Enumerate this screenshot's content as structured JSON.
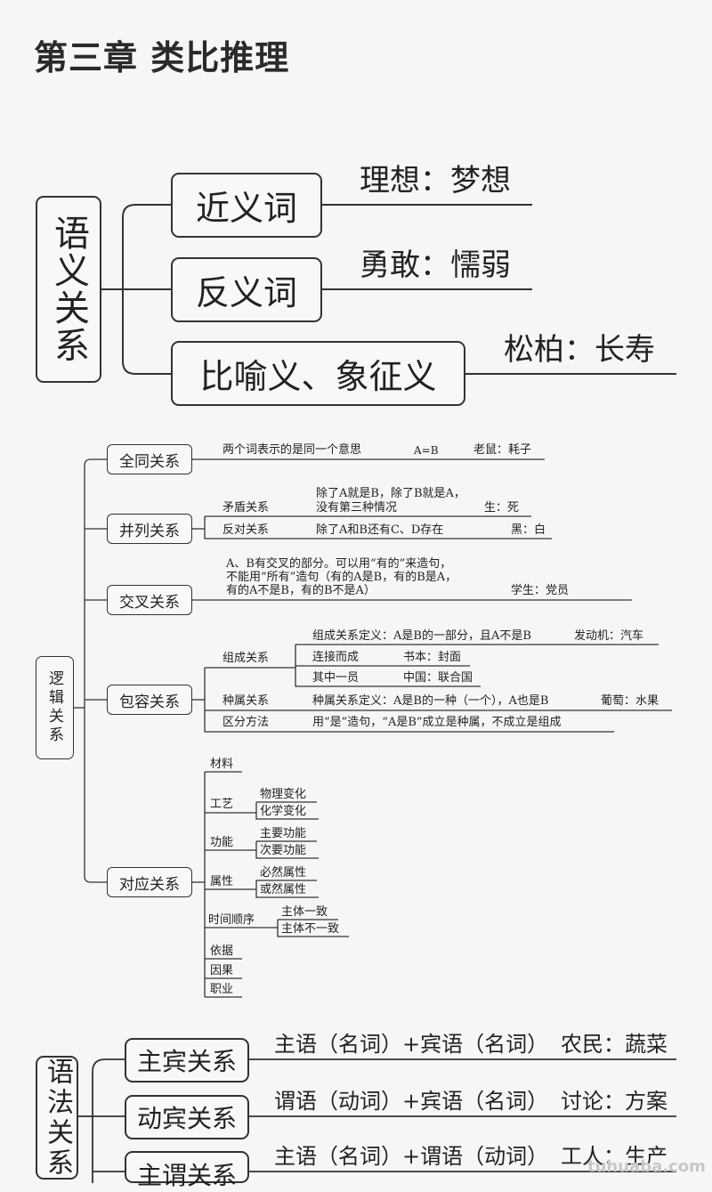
{
  "title": "第三章 类比推理",
  "semantic": {
    "root": "语义关系",
    "branches": [
      {
        "label": "近义词",
        "example": "理想：梦想"
      },
      {
        "label": "反义词",
        "example": "勇敢：懦弱"
      },
      {
        "label": "比喻义、象征义",
        "example": "松柏：长寿"
      }
    ]
  },
  "logic": {
    "root": "逻辑关系",
    "all_same": {
      "label": "全同关系",
      "desc": "两个词表示的是同一个意思",
      "formula": "A=B",
      "example": "老鼠：耗子"
    },
    "parallel": {
      "label": "并列关系",
      "contradict": {
        "label": "矛盾关系",
        "desc1": "除了A就是B，除了B就是A，",
        "desc2": "没有第三种情况",
        "example": "生：死"
      },
      "opposite": {
        "label": "反对关系",
        "desc": "除了A和B还有C、D存在",
        "example": "黑：白"
      }
    },
    "cross": {
      "label": "交叉关系",
      "desc1": "A、B有交叉的部分。可以用“有的”来造句，",
      "desc2": "不能用“所有”造句（有的A是B，有的B是A，",
      "desc3": "有的A不是B，有的B不是A）",
      "example": "学生：党员"
    },
    "include": {
      "label": "包容关系",
      "composition": {
        "label": "组成关系",
        "definition": "组成关系定义：A是B的一部分，且A不是B",
        "def_example": "发动机：汽车",
        "connect": "连接而成",
        "connect_example": "书本：封面",
        "member": "其中一员",
        "member_example": "中国：联合国"
      },
      "species": {
        "label": "种属关系",
        "definition": "种属关系定义：A是B的一种（一个），A也是B",
        "example": "葡萄：水果"
      },
      "distinguish": {
        "label": "区分方法",
        "desc": "用“是”造句，“A是B”成立是种属，不成立是组成"
      }
    },
    "correspond": {
      "label": "对应关系",
      "material": "材料",
      "craft": {
        "label": "工艺",
        "items": [
          "物理变化",
          "化学变化"
        ]
      },
      "function": {
        "label": "功能",
        "items": [
          "主要功能",
          "次要功能"
        ]
      },
      "attribute": {
        "label": "属性",
        "items": [
          "必然属性",
          "或然属性"
        ]
      },
      "time_order": {
        "label": "时间顺序",
        "items": [
          "主体一致",
          "主体不一致"
        ]
      },
      "basis": "依据",
      "cause": "因果",
      "career": "职业"
    }
  },
  "grammar": {
    "root": "语法关系",
    "branches": [
      {
        "label": "主宾关系",
        "formula": "主语（名词）+宾语（名词）",
        "example": "农民：蔬菜"
      },
      {
        "label": "动宾关系",
        "formula": "谓语（动词）+宾语（名词）",
        "example": "讨论：方案"
      },
      {
        "label": "主谓关系",
        "formula": "主语（名词）+谓语（动词）",
        "example": "工人：生产"
      }
    ]
  },
  "watermark": "tuhuaba.com"
}
